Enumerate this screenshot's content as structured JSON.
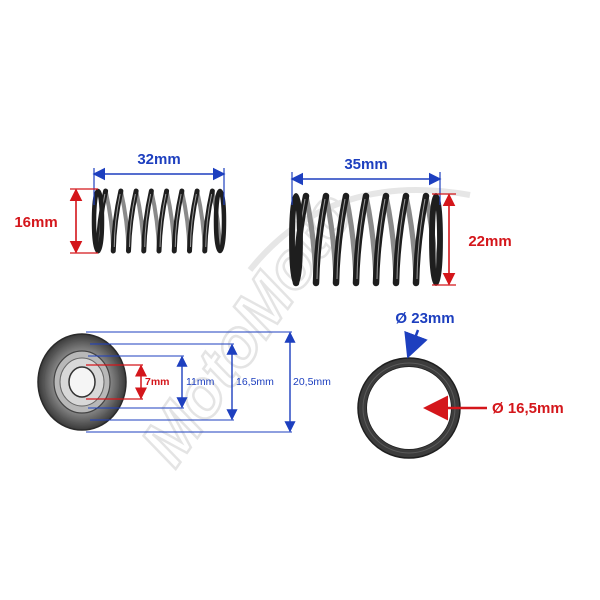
{
  "watermark": {
    "text": "MotoMoto"
  },
  "colors": {
    "dimension_blue": "#1d3fbf",
    "dimension_red": "#d4161b",
    "spring_dark": "#1b1b1b",
    "spring_mid": "#6e6e6e",
    "washer_fill": "#3c3c3c",
    "watermark": "#e6e6e6"
  },
  "spring_small": {
    "length": "32mm",
    "height": "16mm"
  },
  "spring_large": {
    "length": "35mm",
    "height": "22mm"
  },
  "spring_seat": {
    "dims": [
      "7mm",
      "11mm",
      "16,5mm",
      "20,5mm"
    ]
  },
  "washer": {
    "outer": "Ø 23mm",
    "inner": "Ø 16,5mm"
  }
}
